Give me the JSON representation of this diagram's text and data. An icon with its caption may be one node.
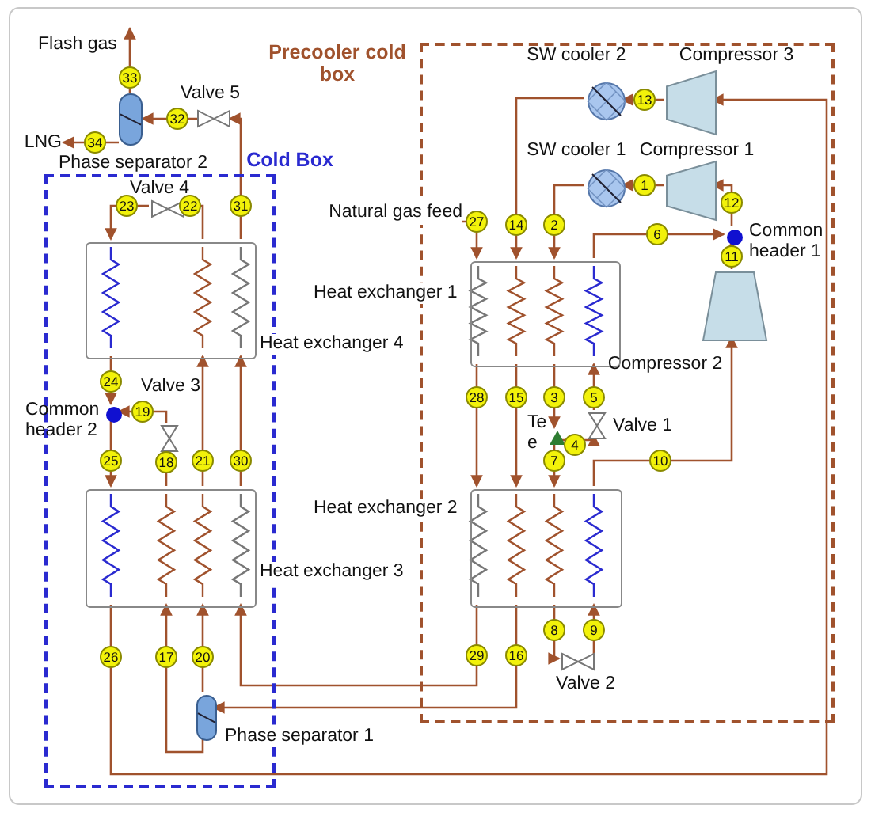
{
  "diagram": {
    "nodes": [
      {
        "text": [
          "Precooler cold box"
        ]
      },
      {
        "text": [
          "Cold Box"
        ]
      },
      {
        "text": [
          "Heat exchanger 1"
        ],
        "in": 0
      },
      {
        "text": [
          "Heat exchanger 2"
        ],
        "in": 0
      },
      {
        "text": [
          "Heat exchanger 3"
        ],
        "in": 1
      },
      {
        "text": [
          "Heat exchanger 4"
        ],
        "in": 1
      },
      {
        "text": [
          "Compressor 1"
        ],
        "in": 0
      },
      {
        "text": [
          "Compressor 2"
        ],
        "in": 0
      },
      {
        "text": [
          "Compressor 3"
        ],
        "in": 0
      },
      {
        "text": [
          "SW cooler 1"
        ],
        "in": 0
      },
      {
        "text": [
          "SW cooler 2"
        ],
        "in": 0
      },
      {
        "text": [
          "Common header 1"
        ],
        "in": 0
      },
      {
        "text": [
          "Valve 1"
        ],
        "in": 0
      },
      {
        "text": [
          "Valve 2"
        ],
        "in": 0
      },
      {
        "text": [
          "Tee"
        ],
        "in": 0
      },
      {
        "text": [
          "Common header 2"
        ],
        "in": 1
      },
      {
        "text": [
          "Valve 3"
        ],
        "in": 1
      },
      {
        "text": [
          "Valve 4"
        ],
        "in": 1
      },
      {
        "text": [
          "Phase separator 1"
        ],
        "in": 1
      },
      {
        "text": [
          "Phase separator 2"
        ]
      },
      {
        "text": [
          "Valve 5"
        ]
      },
      {
        "text": [
          "Natural gas feed"
        ]
      },
      {
        "text": [
          "Flash gas"
        ]
      },
      {
        "text": [
          "LNG"
        ]
      }
    ],
    "edges": [
      {
        "from": 6,
        "to": 9,
        "arrow": "to",
        "label": "1"
      },
      {
        "from": 9,
        "to": 2,
        "arrow": "to",
        "label": "2"
      },
      {
        "from": 2,
        "to": 14,
        "arrow": "to",
        "label": "3"
      },
      {
        "from": 14,
        "to": 12,
        "arrow": "to",
        "label": "4"
      },
      {
        "from": 12,
        "to": 2,
        "arrow": "to",
        "label": "5"
      },
      {
        "from": 2,
        "to": 11,
        "arrow": "to",
        "label": "6"
      },
      {
        "from": 14,
        "to": 3,
        "arrow": "to",
        "label": "7"
      },
      {
        "from": 3,
        "to": 13,
        "arrow": "to",
        "label": "8"
      },
      {
        "from": 13,
        "to": 3,
        "arrow": "to",
        "label": "9"
      },
      {
        "from": 3,
        "to": 7,
        "arrow": "to",
        "label": "10"
      },
      {
        "from": 7,
        "to": 11,
        "arrow": "to",
        "label": "11"
      },
      {
        "from": 11,
        "to": 6,
        "arrow": "to",
        "label": "12"
      },
      {
        "from": 8,
        "to": 10,
        "arrow": "to",
        "label": "13"
      },
      {
        "from": 10,
        "to": 2,
        "arrow": "to",
        "label": "14"
      },
      {
        "from": 2,
        "to": 3,
        "arrow": "to",
        "label": "15"
      },
      {
        "from": 3,
        "to": 18,
        "arrow": "to",
        "label": "16"
      },
      {
        "from": 18,
        "to": 4,
        "arrow": "to",
        "label": "17"
      },
      {
        "from": 4,
        "to": 16,
        "arrow": "to",
        "label": "18"
      },
      {
        "from": 16,
        "to": 15,
        "arrow": "to",
        "label": "19"
      },
      {
        "from": 18,
        "to": 4,
        "arrow": "to",
        "label": "20"
      },
      {
        "from": 4,
        "to": 5,
        "arrow": "to",
        "label": "21"
      },
      {
        "from": 5,
        "to": 17,
        "arrow": "to",
        "label": "22"
      },
      {
        "from": 17,
        "to": 5,
        "arrow": "to",
        "label": "23"
      },
      {
        "from": 5,
        "to": 15,
        "arrow": "to",
        "label": "24"
      },
      {
        "from": 15,
        "to": 4,
        "arrow": "to",
        "label": "25"
      },
      {
        "from": 4,
        "to": 8,
        "arrow": "to",
        "label": "26"
      },
      {
        "from": 21,
        "to": 2,
        "arrow": "to",
        "label": "27"
      },
      {
        "from": 2,
        "to": 3,
        "arrow": "to",
        "label": "28"
      },
      {
        "from": 3,
        "to": 4,
        "arrow": "to",
        "label": "29"
      },
      {
        "from": 4,
        "to": 5,
        "arrow": "to",
        "label": "30"
      },
      {
        "from": 5,
        "to": 20,
        "arrow": "to",
        "label": "31"
      },
      {
        "from": 20,
        "to": 19,
        "arrow": "to",
        "label": "32"
      },
      {
        "from": 19,
        "to": 22,
        "arrow": "to",
        "label": "33"
      },
      {
        "from": 19,
        "to": 23,
        "arrow": "to",
        "label": "34"
      }
    ]
  }
}
